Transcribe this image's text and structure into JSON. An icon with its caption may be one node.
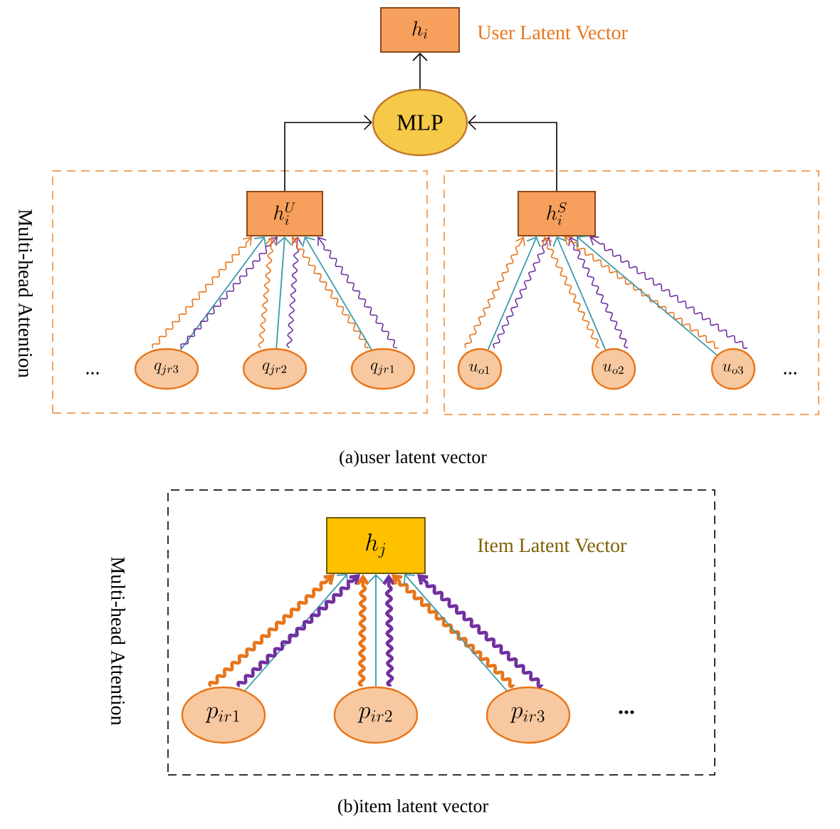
{
  "diagram": {
    "nodes": [
      {
        "text": [
          "h_i"
        ],
        "beside": [
          "User Latent Vector"
        ]
      },
      {
        "text": [
          "MLP"
        ]
      },
      {
        "text": [],
        "shape": "box"
      },
      {
        "text": [
          "h_i^U"
        ],
        "in": 2
      },
      {
        "text": [
          "q_{jr3}"
        ],
        "in": 2
      },
      {
        "text": [
          "q_{jr2}"
        ],
        "in": 2
      },
      {
        "text": [
          "q_{jr1}"
        ],
        "in": 2
      },
      {
        "text": [],
        "shape": "box"
      },
      {
        "text": [
          "h_i^S"
        ],
        "in": 7
      },
      {
        "text": [
          "u_{o1}"
        ],
        "in": 7
      },
      {
        "text": [
          "u_{o2}"
        ],
        "in": 7
      },
      {
        "text": [
          "u_{o3}"
        ],
        "in": 7
      },
      {
        "text": [],
        "shape": "box"
      },
      {
        "text": [
          "h_j"
        ],
        "in": 12,
        "beside": [
          "Item Latent Vector"
        ]
      },
      {
        "text": [
          "p_{ir1}"
        ],
        "in": 12
      },
      {
        "text": [
          "p_{ir2}"
        ],
        "in": 12
      },
      {
        "text": [
          "p_{ir3}"
        ],
        "in": 12
      }
    ],
    "edges": [
      {
        "from": 1,
        "to": 0,
        "arrow": "to",
        "color": "#000000"
      },
      {
        "from": 3,
        "to": 1,
        "arrow": "to",
        "color": "#000000"
      },
      {
        "from": 8,
        "to": 1,
        "arrow": "to",
        "color": "#000000"
      },
      {
        "from": 4,
        "to": 3,
        "arrow": "to",
        "color": "#e8751a"
      },
      {
        "from": 4,
        "to": 3,
        "arrow": "to",
        "color": "#3a9aa8"
      },
      {
        "from": 4,
        "to": 3,
        "arrow": "to",
        "color": "#7030a0"
      },
      {
        "from": 5,
        "to": 3,
        "arrow": "to",
        "color": "#e8751a"
      },
      {
        "from": 5,
        "to": 3,
        "arrow": "to",
        "color": "#3a9aa8"
      },
      {
        "from": 5,
        "to": 3,
        "arrow": "to",
        "color": "#7030a0"
      },
      {
        "from": 6,
        "to": 3,
        "arrow": "to",
        "color": "#e8751a"
      },
      {
        "from": 6,
        "to": 3,
        "arrow": "to",
        "color": "#3a9aa8"
      },
      {
        "from": 6,
        "to": 3,
        "arrow": "to",
        "color": "#7030a0"
      },
      {
        "from": 9,
        "to": 8,
        "arrow": "to",
        "color": "#e8751a"
      },
      {
        "from": 9,
        "to": 8,
        "arrow": "to",
        "color": "#3a9aa8"
      },
      {
        "from": 9,
        "to": 8,
        "arrow": "to",
        "color": "#7030a0"
      },
      {
        "from": 10,
        "to": 8,
        "arrow": "to",
        "color": "#e8751a"
      },
      {
        "from": 10,
        "to": 8,
        "arrow": "to",
        "color": "#3a9aa8"
      },
      {
        "from": 10,
        "to": 8,
        "arrow": "to",
        "color": "#7030a0"
      },
      {
        "from": 11,
        "to": 8,
        "arrow": "to",
        "color": "#e8751a"
      },
      {
        "from": 11,
        "to": 8,
        "arrow": "to",
        "color": "#3a9aa8"
      },
      {
        "from": 11,
        "to": 8,
        "arrow": "to",
        "color": "#7030a0"
      },
      {
        "from": 14,
        "to": 13,
        "arrow": "to",
        "color": "#e8751a",
        "style": "thick"
      },
      {
        "from": 14,
        "to": 13,
        "arrow": "to",
        "color": "#3a9aa8"
      },
      {
        "from": 14,
        "to": 13,
        "arrow": "to",
        "color": "#7030a0",
        "style": "thick"
      },
      {
        "from": 15,
        "to": 13,
        "arrow": "to",
        "color": "#e8751a",
        "style": "thick"
      },
      {
        "from": 15,
        "to": 13,
        "arrow": "to",
        "color": "#3a9aa8"
      },
      {
        "from": 15,
        "to": 13,
        "arrow": "to",
        "color": "#7030a0",
        "style": "thick"
      },
      {
        "from": 16,
        "to": 13,
        "arrow": "to",
        "color": "#e8751a",
        "style": "thick"
      },
      {
        "from": 16,
        "to": 13,
        "arrow": "to",
        "color": "#3a9aa8"
      },
      {
        "from": 16,
        "to": 13,
        "arrow": "to",
        "color": "#7030a0",
        "style": "thick"
      }
    ],
    "labels": [
      "Multi-head Attention",
      "...",
      "...",
      "(a)user latent vector",
      "Multi-head Attention",
      "...",
      "(b)item latent vector"
    ]
  }
}
